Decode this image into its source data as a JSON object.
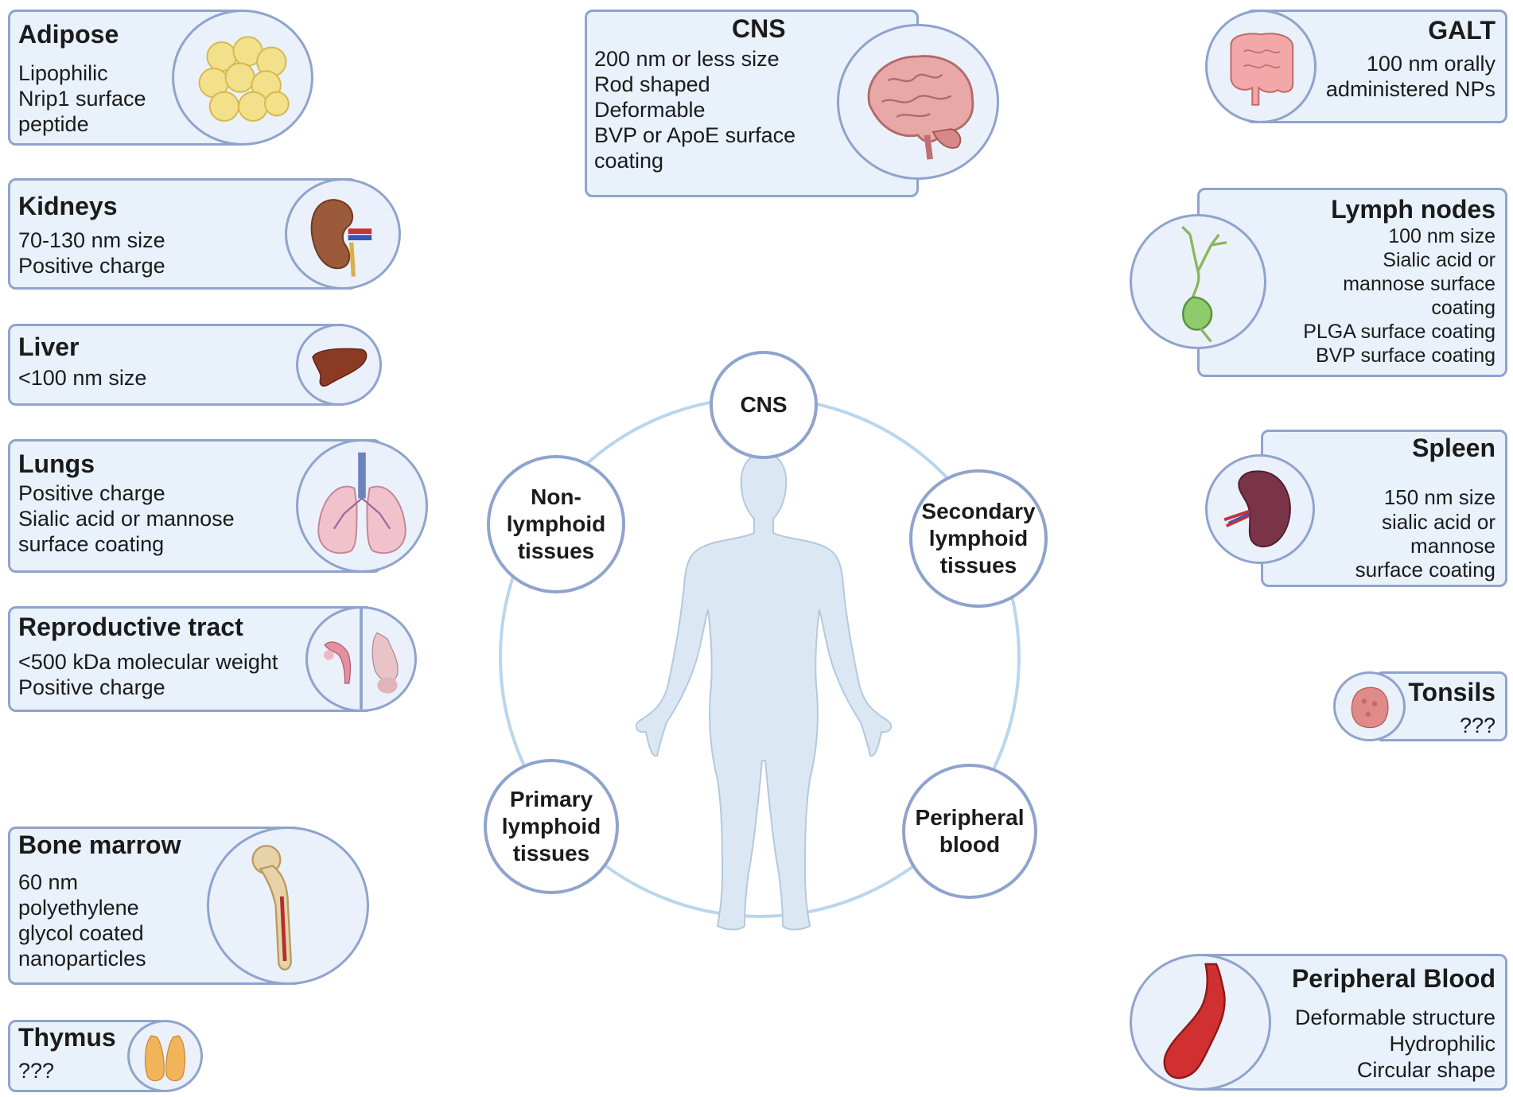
{
  "center": {
    "nodes": [
      {
        "label": "CNS"
      },
      {
        "label": "Secondary\nlymphoid\ntissues"
      },
      {
        "label": "Peripheral\nblood"
      },
      {
        "label": "Primary\nlymphoid\ntissues"
      },
      {
        "label": "Non-\nlymphoid\ntissues"
      }
    ]
  },
  "cards": {
    "adipose": {
      "title": "Adipose",
      "lines": [
        "Lipophilic",
        "Nrip1 surface",
        "peptide"
      ],
      "icon": "fat-cells-icon"
    },
    "kidneys": {
      "title": "Kidneys",
      "lines": [
        "70-130 nm size",
        "Positive charge"
      ],
      "icon": "kidney-icon"
    },
    "liver": {
      "title": "Liver",
      "lines": [
        "<100 nm size"
      ],
      "icon": "liver-icon"
    },
    "lungs": {
      "title": "Lungs",
      "lines": [
        "Positive charge",
        "Sialic acid or mannose",
        "surface coating"
      ],
      "icon": "lungs-icon"
    },
    "reproductive": {
      "title": "Reproductive tract",
      "lines": [
        "<500 kDa molecular weight",
        "Positive charge"
      ],
      "icon": "reproductive-organs-icon"
    },
    "bone_marrow": {
      "title": "Bone marrow",
      "lines": [
        "60 nm",
        "polyethylene",
        "glycol coated",
        "nanoparticles"
      ],
      "icon": "femur-bone-icon"
    },
    "thymus": {
      "title": "Thymus",
      "lines": [
        "???"
      ],
      "icon": "thymus-icon"
    },
    "cns": {
      "title": "CNS",
      "lines": [
        "200 nm or less size",
        "Rod shaped",
        "Deformable",
        "BVP or ApoE surface",
        "coating"
      ],
      "icon": "brain-icon"
    },
    "galt": {
      "title": "GALT",
      "lines": [
        "100 nm orally",
        "administered NPs"
      ],
      "icon": "intestine-icon"
    },
    "lymph_nodes": {
      "title": "Lymph nodes",
      "lines": [
        "100 nm size",
        "Sialic acid or",
        "mannose surface",
        "coating",
        "PLGA surface coating",
        "BVP surface coating"
      ],
      "icon": "lymph-vessel-icon"
    },
    "spleen": {
      "title": "Spleen",
      "lines": [
        "150 nm size",
        "sialic acid or",
        "mannose",
        "surface coating"
      ],
      "icon": "spleen-icon"
    },
    "tonsils": {
      "title": "Tonsils",
      "lines": [
        "???"
      ],
      "icon": "tonsil-icon"
    },
    "peripheral_blood": {
      "title": "Peripheral Blood",
      "lines": [
        "Deformable structure",
        "Hydrophilic",
        "Circular shape"
      ],
      "icon": "blood-vessel-icon"
    }
  },
  "colors": {
    "card_fill": "#e9f1fb",
    "card_border": "#8fa3cd",
    "ring": "#b9d6ec",
    "body_figure": "#dbe8f4"
  }
}
